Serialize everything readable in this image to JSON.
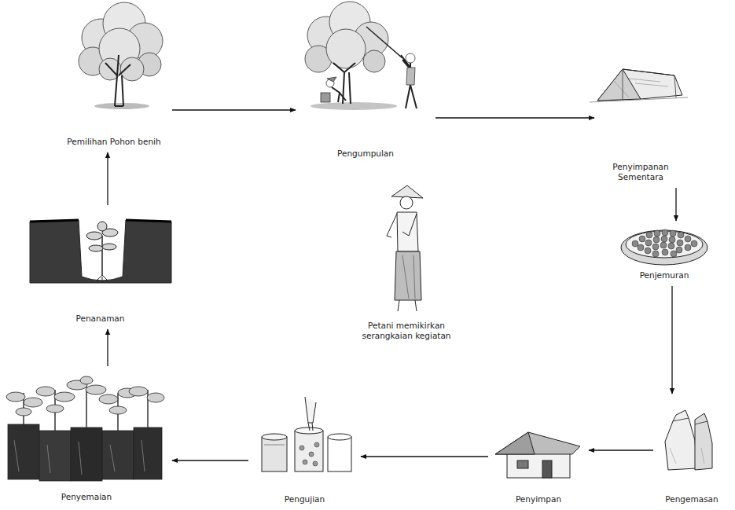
{
  "diagram": {
    "nodes": [
      {
        "text": [
          "Pemilihan Pohon benih"
        ]
      },
      {
        "text": [
          "Pengumpulan"
        ]
      },
      {
        "text": [
          "Penyimpanan Sementara"
        ]
      },
      {
        "text": [
          "Penjemuran"
        ]
      },
      {
        "text": [
          "Pengemasan"
        ]
      },
      {
        "text": [
          "Penyimpan"
        ]
      },
      {
        "text": [
          "Pengujian"
        ]
      },
      {
        "text": [
          "Penyemaian"
        ]
      },
      {
        "text": [
          "Penanaman"
        ]
      }
    ],
    "edges": [
      {
        "from": 0,
        "to": 1,
        "arrow": "to"
      },
      {
        "from": 1,
        "to": 2,
        "arrow": "to"
      },
      {
        "from": 2,
        "to": 3,
        "arrow": "to"
      },
      {
        "from": 3,
        "to": 4,
        "arrow": "to"
      },
      {
        "from": 4,
        "to": 5,
        "arrow": "to"
      },
      {
        "from": 5,
        "to": 6,
        "arrow": "to"
      },
      {
        "from": 6,
        "to": 7,
        "arrow": "to"
      },
      {
        "from": 7,
        "to": 8,
        "arrow": "to"
      },
      {
        "from": 8,
        "to": 0,
        "arrow": "to"
      }
    ],
    "labels": [
      "Petani memikirkan serangkaian kegiatan"
    ]
  }
}
